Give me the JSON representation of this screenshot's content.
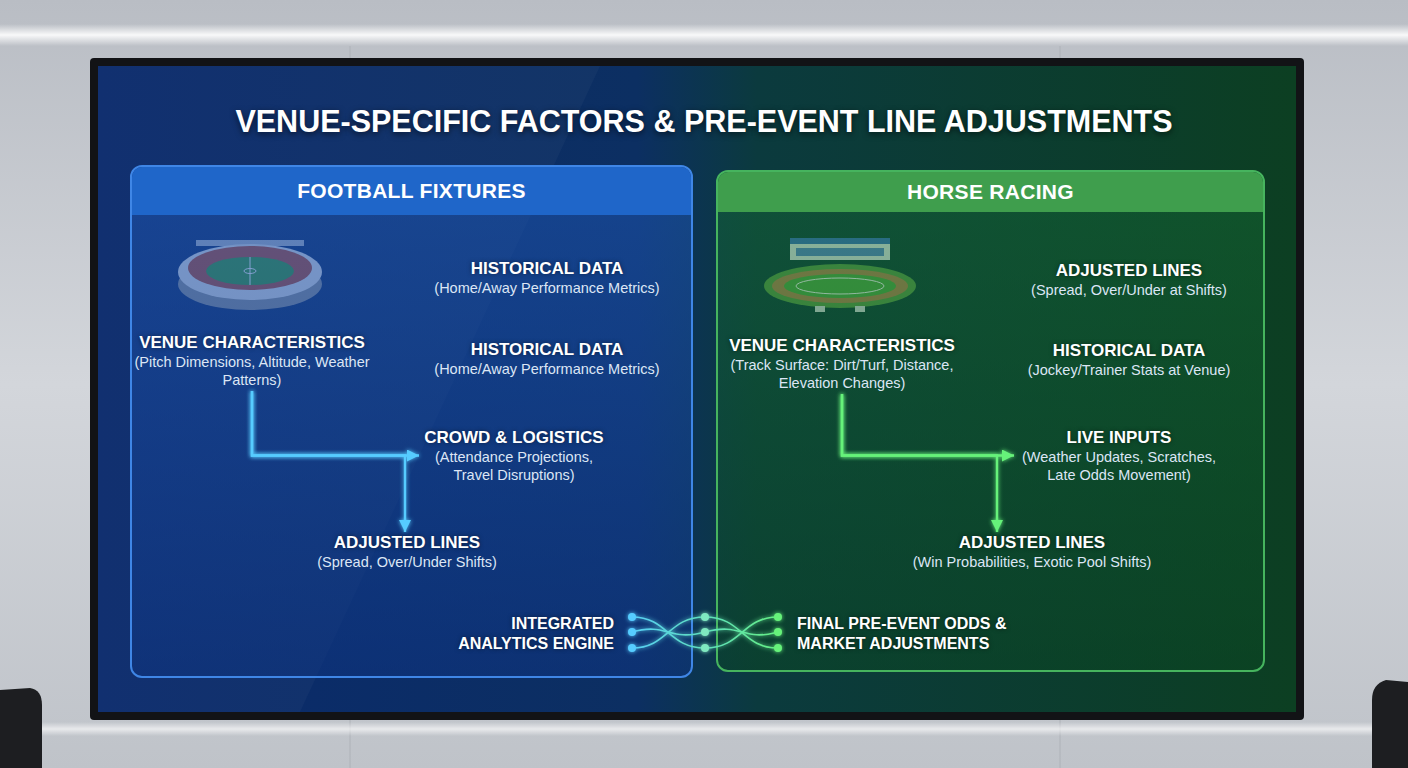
{
  "diagram": {
    "title": "VENUE-SPECIFIC FACTORS & PRE-EVENT LINE ADJUSTMENTS",
    "nodes": [
      {
        "text": [
          "FOOTBALL FIXTURES"
        ]
      },
      {
        "text": [
          "VENUE CHARACTERISTICS",
          "(Pitch Dimensions, Altitude, Weather Patterns)"
        ],
        "in": 0
      },
      {
        "text": [
          "HISTORICAL DATA",
          "(Home/Away Performance Metrics)"
        ],
        "in": 0
      },
      {
        "text": [
          "HISTORICAL DATA",
          "(Home/Away Performance Metrics)"
        ],
        "in": 0
      },
      {
        "text": [
          "CROWD & LOGISTICS",
          "(Attendance Projections, Travel Disruptions)"
        ],
        "in": 0
      },
      {
        "text": [
          "ADJUSTED LINES",
          "(Spread, Over/Under Shifts)"
        ],
        "in": 0
      },
      {
        "text": [
          "INTEGRATED ANALYTICS ENGINE"
        ],
        "in": 0
      },
      {
        "text": [
          "HORSE RACING"
        ]
      },
      {
        "text": [
          "VENUE CHARACTERISTICS",
          "(Track Surface: Dirt/Turf, Distance, Elevation Changes)"
        ],
        "in": 7
      },
      {
        "text": [
          "ADJUSTED LINES",
          "(Spread, Over/Under at Shifts)"
        ],
        "in": 7
      },
      {
        "text": [
          "HISTORICAL DATA",
          "(Jockey/Trainer Stats at Venue)"
        ],
        "in": 7
      },
      {
        "text": [
          "LIVE INPUTS",
          "(Weather Updates, Scratches, Late Odds Movement)"
        ],
        "in": 7
      },
      {
        "text": [
          "ADJUSTED LINES",
          "(Win Probabilities, Exotic Pool Shifts)"
        ],
        "in": 7
      },
      {
        "text": [
          "FINAL PRE-EVENT ODDS & MARKET ADJUSTMENTS"
        ],
        "in": 7
      }
    ],
    "edges": [
      {
        "from": 1,
        "to": 2,
        "arrow": "to"
      },
      {
        "from": 1,
        "to": 3,
        "arrow": "to"
      },
      {
        "from": 1,
        "to": 4,
        "arrow": "to"
      },
      {
        "from": 1,
        "to": 5,
        "arrow": "to"
      },
      {
        "from": 8,
        "to": 9,
        "arrow": "to"
      },
      {
        "from": 8,
        "to": 10,
        "arrow": "to"
      },
      {
        "from": 8,
        "to": 11,
        "arrow": "to"
      },
      {
        "from": 8,
        "to": 12,
        "arrow": "to"
      },
      {
        "from": 6,
        "to": 13,
        "arrow": "none"
      }
    ]
  }
}
